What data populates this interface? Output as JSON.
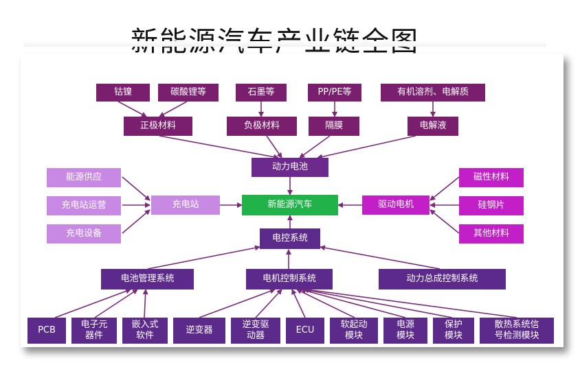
{
  "title": "新能源汽车产业链全图",
  "nodes": {
    "cobalt_nickel": "钴镍",
    "lithium_carbonate": "碳酸锂等",
    "graphite": "石墨等",
    "pp_pe": "PP/PE等",
    "organic_solvent": "有机溶剂、电解质",
    "cathode": "正极材料",
    "anode": "负极材料",
    "separator": "隔膜",
    "electrolyte": "电解液",
    "power_battery": "动力电池",
    "energy_supply": "能源供应",
    "station_ops": "充电站运营",
    "charging_equipment": "充电设备",
    "charging_station": "充电站",
    "nev": "新能源汽车",
    "drive_motor": "驱动电机",
    "magnetic": "磁性材料",
    "silicon_steel": "硅钢片",
    "other_materials": "其他材料",
    "electronic_control": "电控系统",
    "bms": "电池管理系统",
    "motor_control": "电机控制系统",
    "powertrain_control": "动力总成控制系统",
    "pcb": "PCB",
    "optoelectronic": "电子元\n器件",
    "embedded": "嵌入式\n软件",
    "inverter": "逆变器",
    "inverter_driver": "逆变驱\n动器",
    "ecu": "ECU",
    "soft_start": "软起动\n模块",
    "power_module": "电源\n模块",
    "protection": "保护\n模块",
    "thermal_signal": "散热系统信\n号检测模块"
  },
  "colors": {
    "dark_purple": "#7a1e6e",
    "mid_purple": "#6b2a8c",
    "light_purple": "#c889e4",
    "magenta": "#c21fc9",
    "green": "#21b249",
    "connector": "#7a2a7a"
  }
}
